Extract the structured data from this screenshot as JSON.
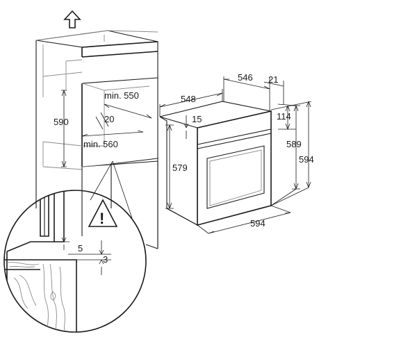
{
  "diagram": {
    "dimensions": {
      "niche_height": "590",
      "niche_depth": "min. 550",
      "gap": "20",
      "niche_width": "min. 560",
      "oven_depth": "548",
      "oven_top_depth": "546",
      "front_panel": "21",
      "top_offset": "15",
      "body_height": "579",
      "panel_offset": "114",
      "door_height": "589",
      "total_height": "594",
      "total_width": "594",
      "detail_gap": "5",
      "detail_offset": "3"
    },
    "warning_symbol": "!",
    "icons": {
      "ventilation": "up-arrow-icon",
      "warning": "warning-triangle-icon"
    }
  }
}
